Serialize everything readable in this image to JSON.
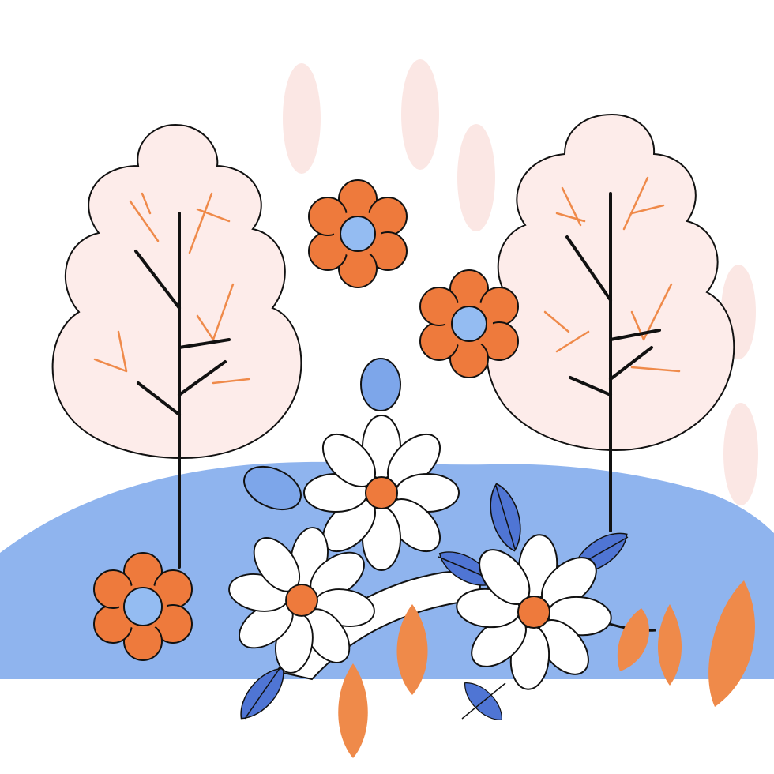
{
  "colors": {
    "background": "#ffffff",
    "hill": "#8fb4ee",
    "tree_foliage": "#fdecea",
    "branch_accent": "#ef8a4a",
    "flower_orange": "#ee7a3c",
    "flower_center_blue": "#94bcf2",
    "daisy_petal": "#ffffff",
    "leaf_blue": "#4f75d4",
    "petal_blue_light": "#7da6ea",
    "falling_leaf_orange": "#ef8a4a",
    "floating_leaf_pink": "#fbe7e4",
    "outline": "#111111"
  },
  "illustration": {
    "trees": 2,
    "orange_flowers": 3,
    "daisies": 3
  }
}
